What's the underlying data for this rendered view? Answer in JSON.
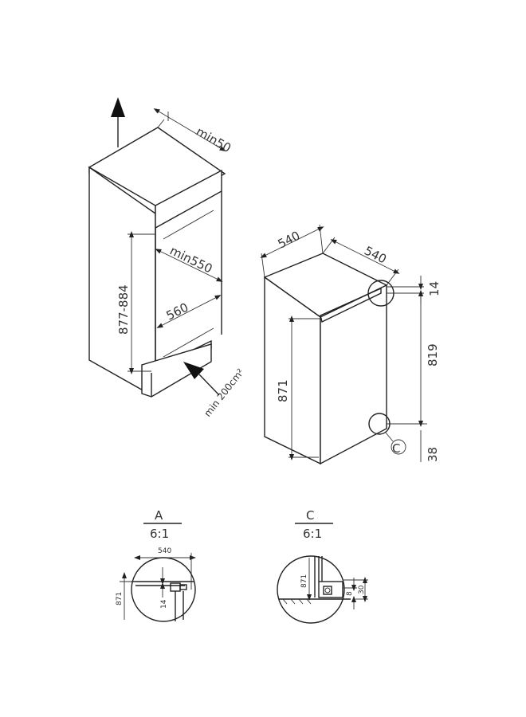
{
  "left_view": {
    "dim_min50": "min50",
    "dim_height_range": "877-884",
    "dim_min550": "min550",
    "dim_560": "560",
    "dim_ventilation": "min 200cm²"
  },
  "right_view": {
    "dim_width": "540",
    "dim_depth": "540",
    "dim_14": "14",
    "dim_819": "819",
    "dim_871": "871",
    "dim_38": "38",
    "callout_c": "C"
  },
  "detail_a": {
    "letter": "A",
    "scale": "6:1",
    "dim_540": "540",
    "dim_871": "871",
    "dim_14": "14"
  },
  "detail_c": {
    "letter": "C",
    "scale": "6:1",
    "dim_871": "871",
    "dim_8": "8",
    "dim_30": "30"
  }
}
